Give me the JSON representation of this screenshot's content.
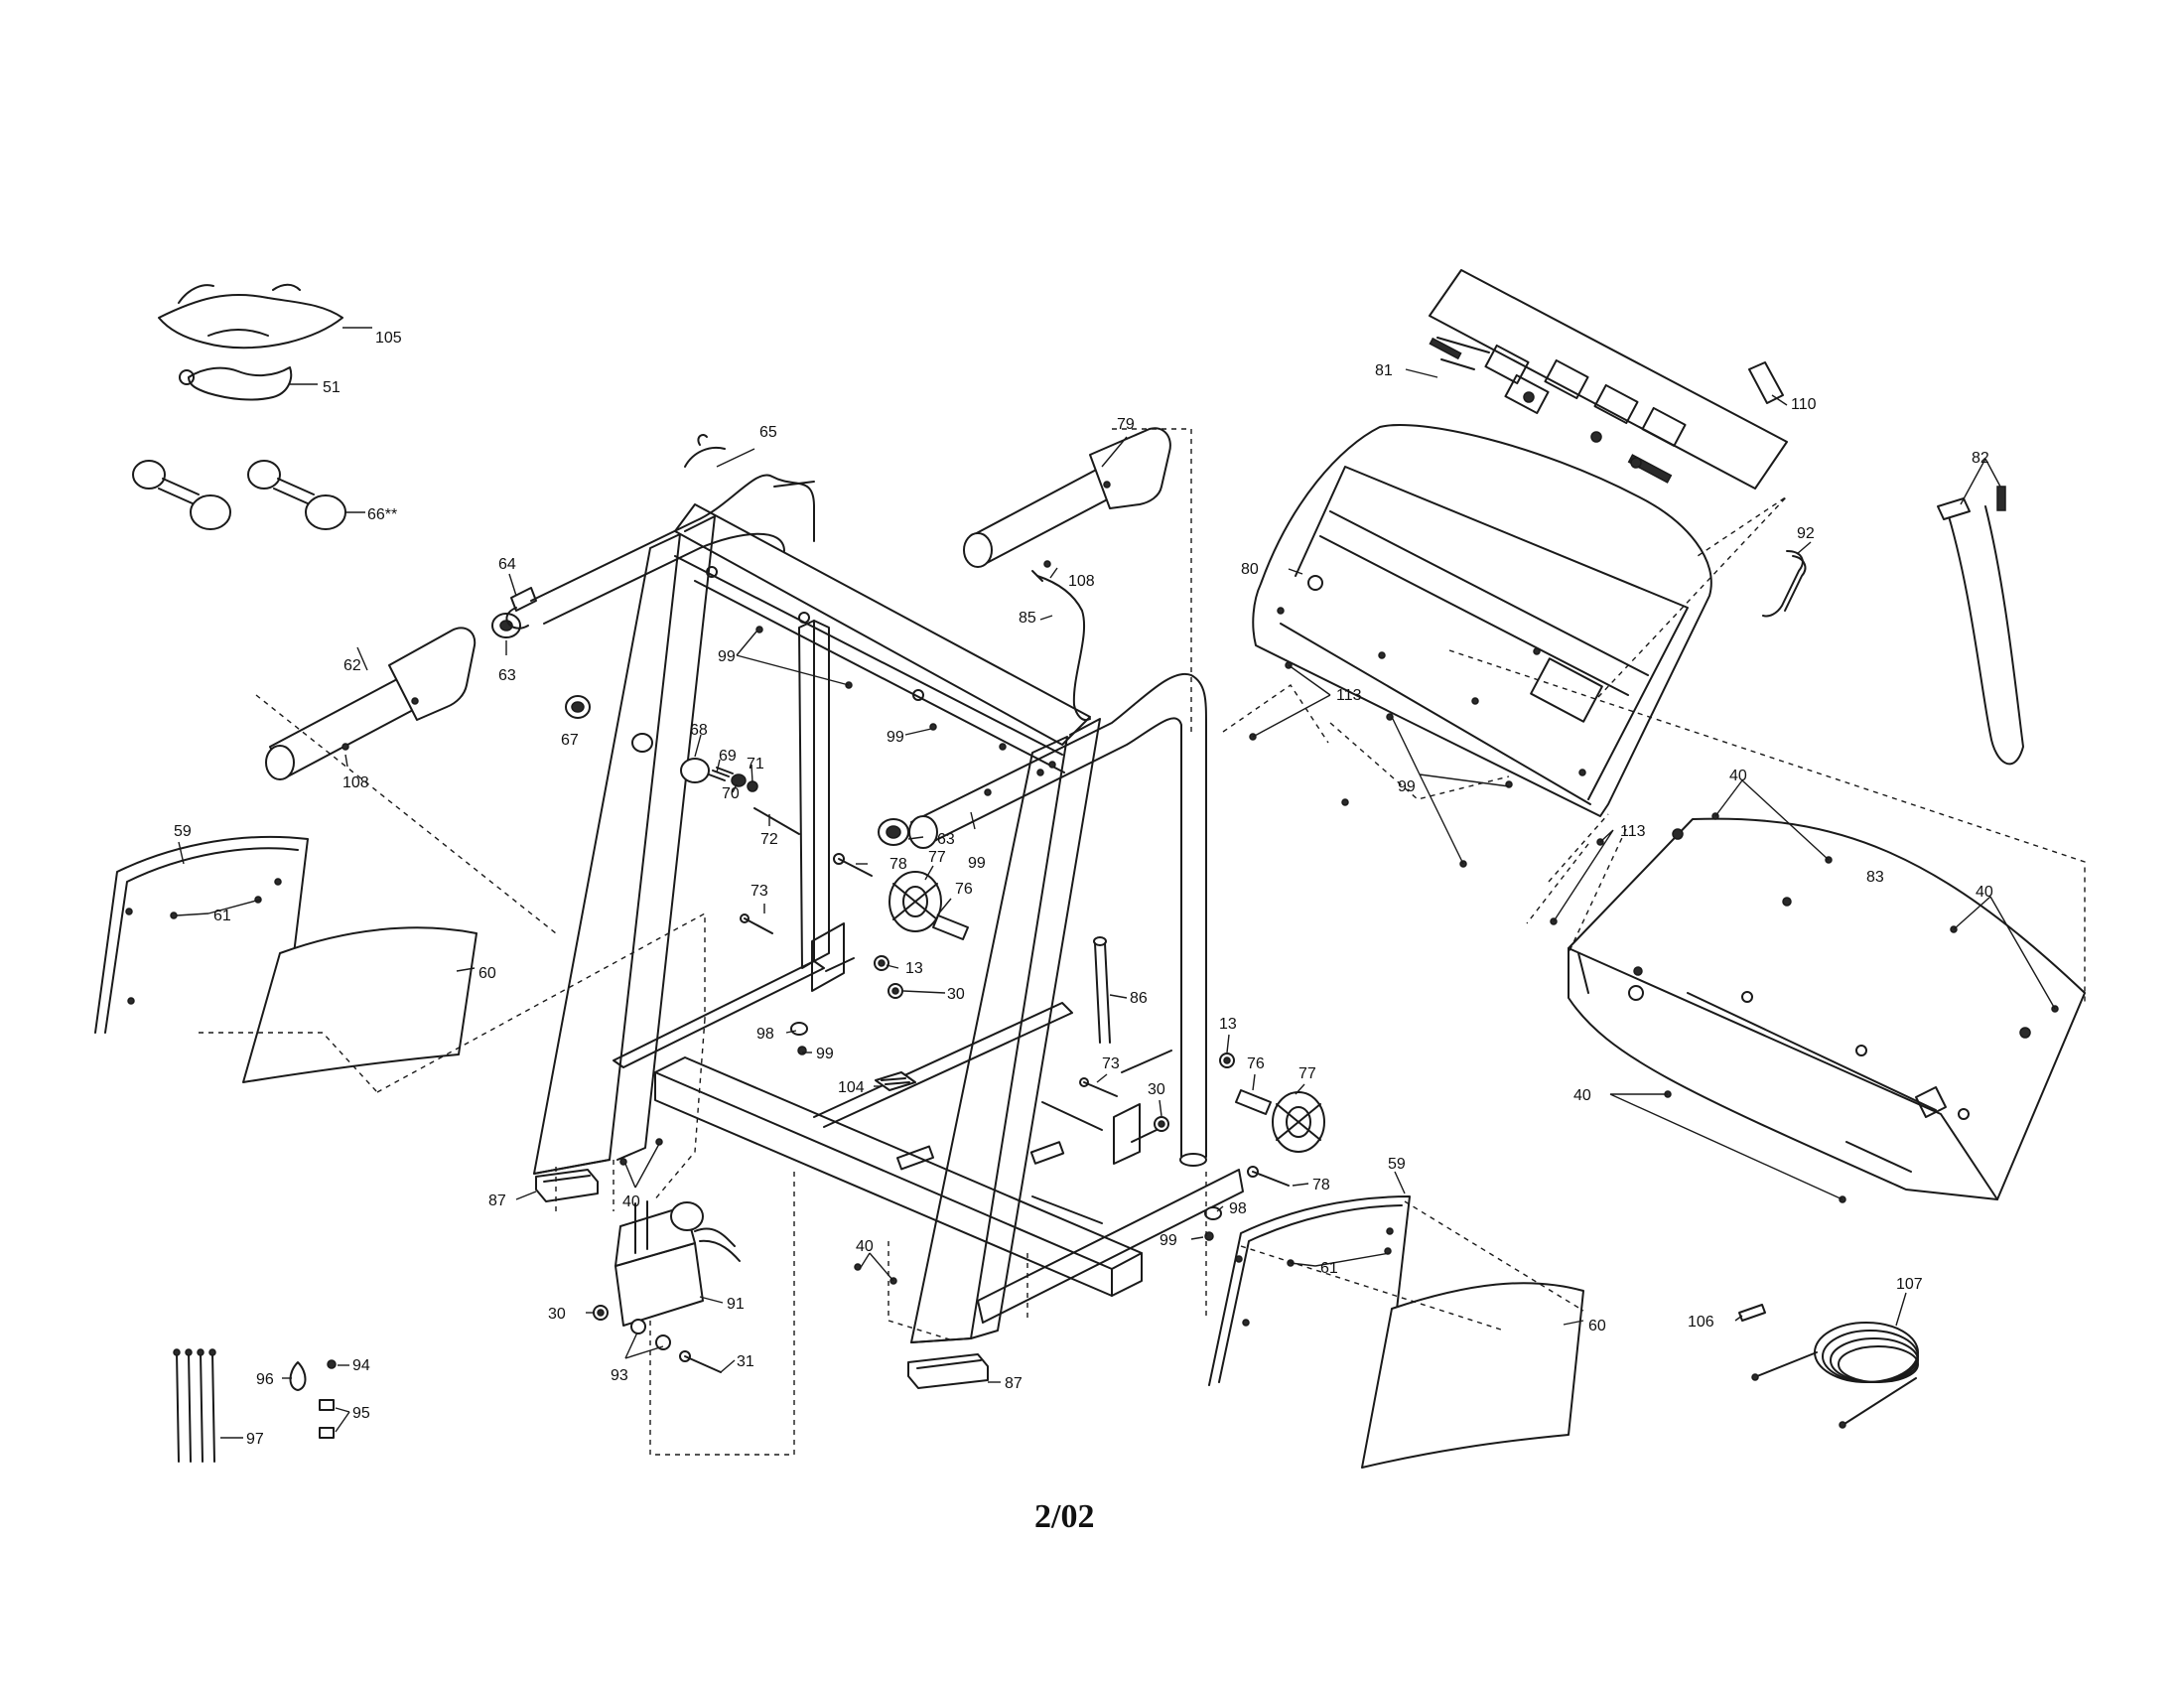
{
  "page_code": "2/02",
  "callouts": {
    "c105": "105",
    "c51": "51",
    "c66": "66**",
    "c65": "65",
    "c79": "79",
    "c64": "64",
    "c63a": "63",
    "c62": "62",
    "c108a": "108",
    "c108b": "108",
    "c85": "85",
    "c99a": "99",
    "c99b": "99",
    "c99c": "99",
    "c99d": "99",
    "c99e": "99",
    "c99f": "99",
    "c67": "67",
    "c68": "68",
    "c69": "69",
    "c70": "70",
    "c71": "71",
    "c72": "72",
    "c63b": "63",
    "c78a": "78",
    "c78b": "78",
    "c77a": "77",
    "c77b": "77",
    "c76a": "76",
    "c76b": "76",
    "c73a": "73",
    "c73b": "73",
    "c13a": "13",
    "c13b": "13",
    "c30a": "30",
    "c30b": "30",
    "c30c": "30",
    "c98a": "98",
    "c98b": "98",
    "c104": "104",
    "c86": "86",
    "c59a": "59",
    "c59b": "59",
    "c61a": "61",
    "c61b": "61",
    "c60a": "60",
    "c60b": "60",
    "c87a": "87",
    "c87b": "87",
    "c40a": "40",
    "c40b": "40",
    "c40c": "40",
    "c40d": "40",
    "c40e": "40",
    "c91": "91",
    "c93": "93",
    "c31": "31",
    "c96": "96",
    "c94": "94",
    "c95": "95",
    "c97": "97",
    "c81": "81",
    "c110": "110",
    "c80": "80",
    "c82": "82",
    "c92": "92",
    "c113a": "113",
    "c113b": "113",
    "c83": "83",
    "c106": "106",
    "c107": "107"
  }
}
